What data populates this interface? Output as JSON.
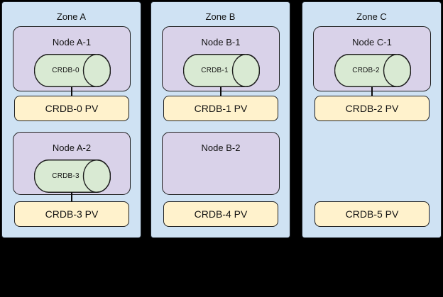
{
  "colors": {
    "page_background": "#000000",
    "zone_fill": "#cfe2f3",
    "node_fill": "#d9d2e9",
    "cylinder_fill": "#d9ead3",
    "pv_fill": "#fff2cc",
    "border": "#1f1f1f"
  },
  "zones": [
    {
      "label": "Zone A",
      "nodes": [
        {
          "label": "Node A-1",
          "cylinder": "CRDB-0",
          "connected": true
        },
        {
          "label": "Node A-2",
          "cylinder": "CRDB-3",
          "connected": true
        }
      ],
      "pvs": [
        "CRDB-0 PV",
        "CRDB-3 PV"
      ]
    },
    {
      "label": "Zone B",
      "nodes": [
        {
          "label": "Node B-1",
          "cylinder": "CRDB-1",
          "connected": true
        },
        {
          "label": "Node B-2",
          "cylinder": null,
          "connected": false
        }
      ],
      "pvs": [
        "CRDB-1 PV",
        "CRDB-4 PV"
      ]
    },
    {
      "label": "Zone C",
      "nodes": [
        {
          "label": "Node C-1",
          "cylinder": "CRDB-2",
          "connected": true
        }
      ],
      "pvs": [
        "CRDB-2 PV",
        "CRDB-5 PV"
      ]
    }
  ]
}
